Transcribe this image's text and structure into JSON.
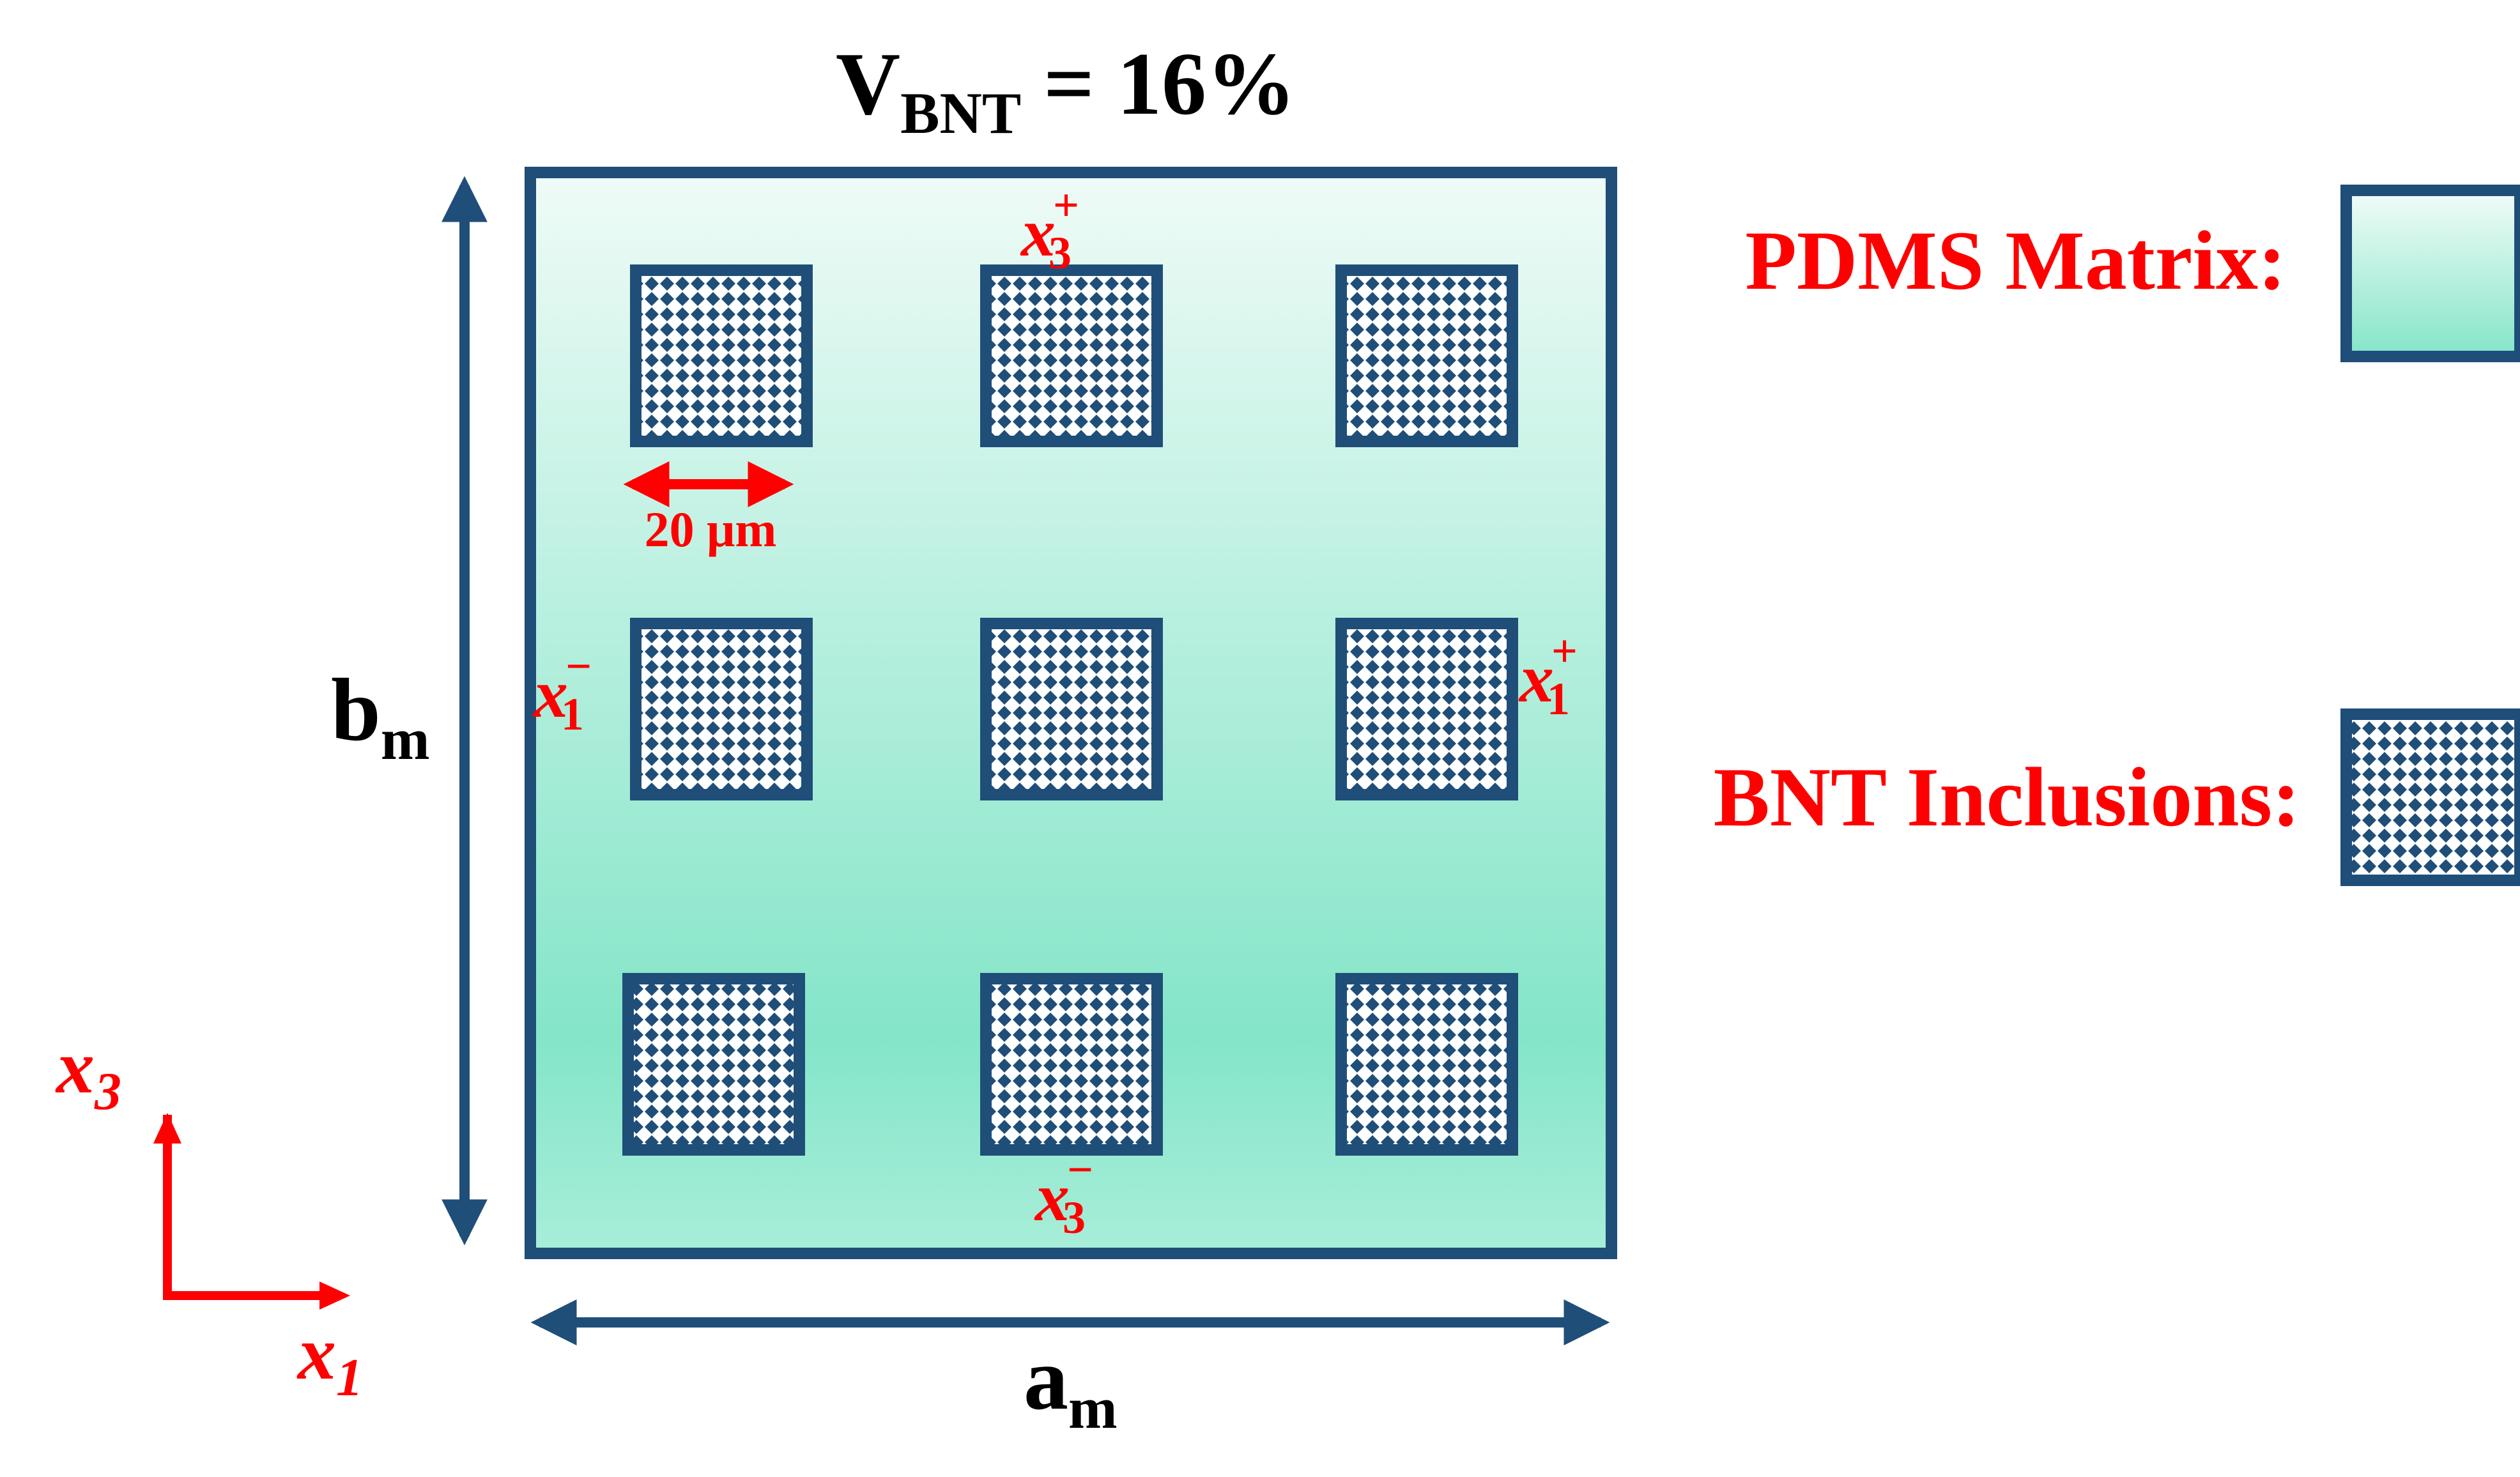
{
  "title": {
    "base": "V",
    "sub": "BNT",
    "rest": " = 16%"
  },
  "dimensions": {
    "width": {
      "base": "a",
      "sub": "m"
    },
    "height": {
      "base": "b",
      "sub": "m"
    }
  },
  "scale_label": "20 μm",
  "boundary_labels": {
    "x3_plus": {
      "base": "x",
      "sub": "3",
      "sup": "+"
    },
    "x3_minus": {
      "base": "x",
      "sub": "3",
      "sup": "−"
    },
    "x1_plus": {
      "base": "x",
      "sub": "1",
      "sup": "+"
    },
    "x1_minus": {
      "base": "x",
      "sub": "1",
      "sup": "−"
    }
  },
  "axes": {
    "vertical": {
      "base": "x",
      "sub": "3"
    },
    "horizontal": {
      "base": "x",
      "sub": "1"
    }
  },
  "legend": {
    "matrix_label": "PDMS Matrix:",
    "inclusion_label": "BNT Inclusions:"
  },
  "colors": {
    "frame": "#1f4e79",
    "annotation": "#ff0000",
    "matrix_top": "#eefaf6",
    "matrix_mid": "#86e6c9",
    "text": "#000000"
  }
}
